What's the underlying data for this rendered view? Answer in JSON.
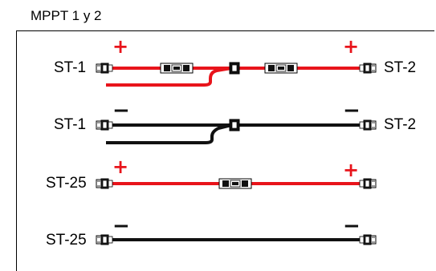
{
  "title": "MPPT 1 y 2",
  "rows": [
    {
      "left_label": "ST-1",
      "right_label": "ST-2",
      "left_polarity": "+",
      "right_polarity": "+",
      "cable_color": "#e8141b"
    },
    {
      "left_label": "ST-1",
      "right_label": "ST-2",
      "left_polarity": "−",
      "right_polarity": "−",
      "cable_color": "#111111"
    },
    {
      "left_label": "ST-25",
      "left_polarity": "+",
      "right_polarity": "+",
      "cable_color": "#e8141b"
    },
    {
      "left_label": "ST-25",
      "left_polarity": "−",
      "right_polarity": "−",
      "cable_color": "#111111"
    }
  ],
  "colors": {
    "positive": "#e8141b",
    "negative": "#111111",
    "frame": "#000000"
  }
}
